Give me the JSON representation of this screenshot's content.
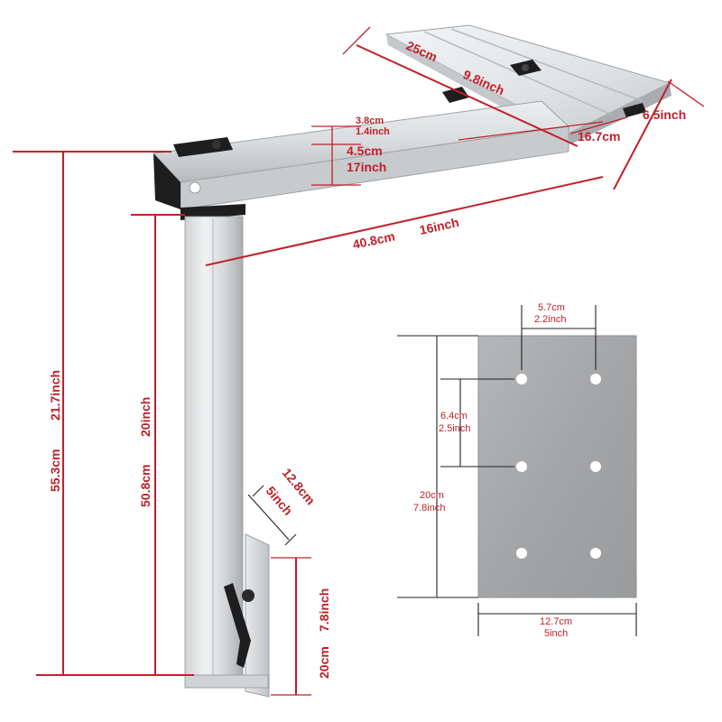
{
  "colors": {
    "dimension_red": "#c0202a",
    "aluminum_light": "#e4e6e8",
    "aluminum_mid": "#c8cbce",
    "aluminum_dark": "#9ea2a6",
    "plate_grey": "#a5a7a9",
    "black_part": "#1e1e1e"
  },
  "labels": {
    "top_plate_length_cm": "25cm",
    "top_plate_length_in": "9.8inch",
    "top_plate_width_cm": "16.7cm",
    "top_plate_width_in": "6.5inch",
    "arm_width_cm": "3.8cm",
    "arm_width_in": "1.4inch",
    "arm_height_cm": "4.5cm",
    "arm_height_in": "17inch",
    "arm_length_cm": "40.8cm",
    "arm_length_in": "16inch",
    "total_height_cm": "55.3cm",
    "total_height_in": "21.7inch",
    "post_height_cm": "50.8cm",
    "post_height_in": "20inch",
    "bracket_width_cm": "12.8cm",
    "bracket_width_in": "5inch",
    "bracket_height_cm": "20cm",
    "bracket_height_in": "7.8inch",
    "plate_hole_spacing_x_cm": "5.7cm",
    "plate_hole_spacing_x_in": "2.2inch",
    "plate_hole_spacing_y_cm": "6.4cm",
    "plate_hole_spacing_y_in": "2.5inch",
    "plate_height_cm": "20cm",
    "plate_height_in": "7.8inch",
    "plate_width_cm": "12.7cm",
    "plate_width_in": "5inch"
  }
}
